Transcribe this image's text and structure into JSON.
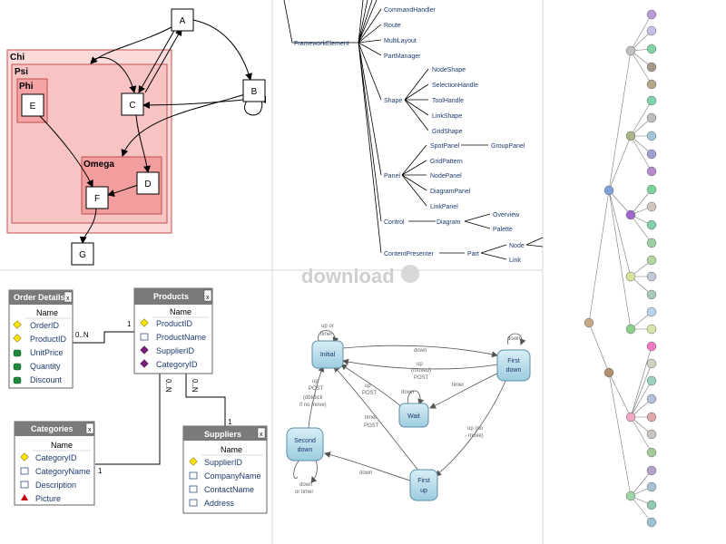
{
  "graph_panel": {
    "groups": {
      "chi": "Chi",
      "psi": "Psi",
      "phi": "Phi",
      "omega": "Omega"
    },
    "nodes": {
      "a": "A",
      "b": "B",
      "c": "C",
      "d": "D",
      "e": "E",
      "f": "F",
      "g": "G"
    }
  },
  "tree_panel": {
    "root": "FrameworkElement",
    "items": [
      "CommandHandler",
      "Route",
      "MultiLayout",
      "PartManager",
      "Shape",
      "NodeShape",
      "SelectionHandle",
      "ToolHandle",
      "LinkShape",
      "GridShape",
      "Panel",
      "SpotPanel",
      "GroupPanel",
      "GridPattern",
      "NodePanel",
      "DiagramPanel",
      "LinkPanel",
      "Control",
      "Diagram",
      "Overview",
      "Palette",
      "ContentPresenter",
      "Part",
      "Node",
      "Link"
    ]
  },
  "er_panel": {
    "order_details": {
      "title": "Order Details",
      "header": "Name",
      "fields": [
        "OrderID",
        "ProductID",
        "UnitPrice",
        "Quantity",
        "Discount"
      ]
    },
    "products": {
      "title": "Products",
      "header": "Name",
      "fields": [
        "ProductID",
        "ProductName",
        "SupplierID",
        "CategoryID"
      ]
    },
    "categories": {
      "title": "Categories",
      "header": "Name",
      "fields": [
        "CategoryID",
        "CategoryName",
        "Description",
        "Picture"
      ]
    },
    "suppliers": {
      "title": "Suppliers",
      "header": "Name",
      "fields": [
        "SupplierID",
        "CompanyName",
        "ContactName",
        "Address"
      ]
    },
    "close_glyph": "x",
    "link_labels": {
      "od_one": "1",
      "od_many": "0..N",
      "cat_many": "0..N",
      "cat_one": "1",
      "sup_many": "0..N",
      "sup_one": "1"
    }
  },
  "state_panel": {
    "states": {
      "initial": "Initial",
      "first_down": [
        "First",
        "down"
      ],
      "wait": "Wait",
      "second_down": [
        "Second",
        "down"
      ],
      "first_up": [
        "First",
        "up"
      ]
    },
    "transitions": {
      "up_or_timer": [
        "up or",
        "timer"
      ],
      "down": "down",
      "up_moved_post": [
        "up",
        "(moved)",
        "POST"
      ],
      "up_post": [
        "up",
        "POST"
      ],
      "up_post_dblclick": [
        "up",
        "POST",
        "(dblclick",
        "if no move)"
      ],
      "timer_post": [
        "timer",
        "POST"
      ],
      "timer": "timer",
      "up_no_move": [
        "up (no",
        "move)"
      ],
      "down_or_timer": [
        "down",
        "or timer"
      ]
    },
    "watermark": "download"
  },
  "colors": {
    "chi_fill": "#fbdada",
    "psi_fill": "#f7c3c3",
    "phi_fill": "#f4a4a4",
    "omega_fill": "#f29e9e",
    "group_stroke": "#c0504d",
    "table_title": "#7a7a7a",
    "state_fill": "#b7dce9",
    "state_stroke": "#5e8ea5",
    "tree_text": "#1f3a6e"
  },
  "color_tree": {
    "root_color": "#c8a98a",
    "level1": [
      "#7fa0d4",
      "#b09070"
    ],
    "level2": [
      "#c0c0c0",
      "#a8b48a",
      "#9f66cc",
      "#d6e39a",
      "#8ed18e",
      "#f1a7c4",
      "#9fd4a6"
    ],
    "leaves": [
      "#b69bd6",
      "#c7c0e7",
      "#82d2a5",
      "#a59a8a",
      "#b6a68a",
      "#7cd3ae",
      "#bdbdbd",
      "#a3c6d9",
      "#9fa0d6",
      "#b48bcf",
      "#7ad19c",
      "#cfc7be",
      "#7fcfaa",
      "#9fd1a2",
      "#b4d4a1",
      "#c3c9d8",
      "#a8c8ba",
      "#b7d5ec",
      "#d7e6a8",
      "#f07ac4",
      "#cfd4c0",
      "#9ad1c1",
      "#b4c0d6",
      "#e0a6a9",
      "#c8c2c0",
      "#a6c99c",
      "#b2a0c9",
      "#a6c2d3",
      "#8ec9b1",
      "#9ac3d1",
      "#b1c6d2"
    ]
  }
}
